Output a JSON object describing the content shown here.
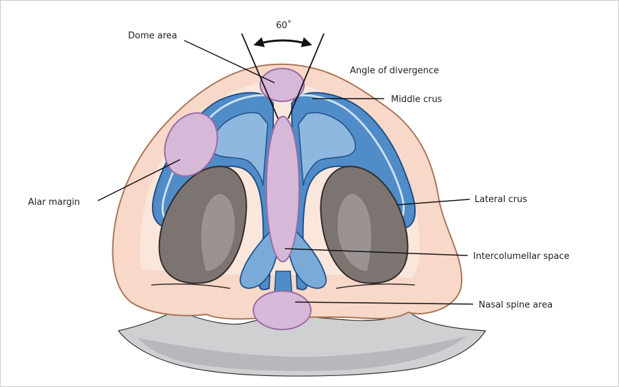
{
  "figure": {
    "angle_value": "60˚",
    "labels": {
      "dome_area": "Dome area",
      "angle_of_divergence": "Angle of divergence",
      "middle_crus": "Middle crus",
      "alar_margin": "Alar margin",
      "lateral_crus": "Lateral crus",
      "intercolumellar_space": "Intercolumellar space",
      "nasal_spine_area": "Nasal spine area"
    }
  },
  "colors": {
    "skin": "#f8d8c8",
    "skin_outline": "#a97456",
    "cartilage": "#4f8cc8",
    "cartilage_light": "#8fb8e0",
    "cartilage_outline": "#1e4f86",
    "nostril": "#7c7471",
    "region_fill": "#d6b8d8",
    "region_outline": "#9a6aa4",
    "base": "#cfd0d2"
  }
}
